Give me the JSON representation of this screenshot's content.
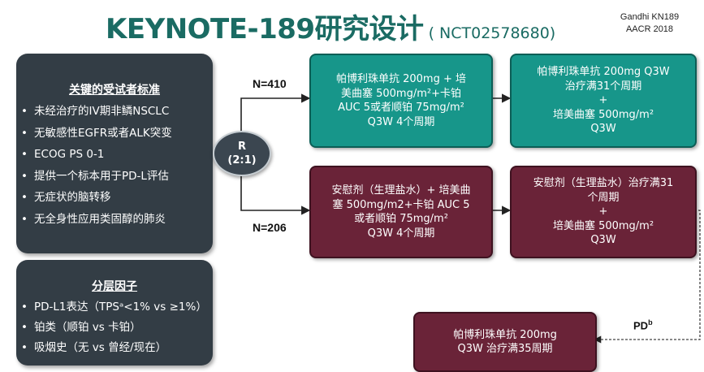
{
  "title": {
    "main": "KEYNOTE-189研究设计",
    "sub": "( NCT02578680)"
  },
  "citation": {
    "line1": "Gandhi KN189",
    "line2": "AACR 2018"
  },
  "eligibility": {
    "heading": "关键的受试者标准",
    "items": [
      "未经治疗的IV期非鳞NSCLC",
      "无敏感性EGFR或者ALK突变",
      "ECOG PS 0-1",
      "提供一个标本用于PD-L评估",
      "无症状的脑转移",
      "无全身性应用类固醇的肺炎"
    ]
  },
  "stratification": {
    "heading": "分层因子",
    "items": [
      "PD-L1表达（TPSᵃ<1% vs ≥1%）",
      "铂类（顺铂 vs 卡铂）",
      "吸烟史（无 vs 曾经/现在）"
    ]
  },
  "randomization": {
    "label": "R",
    "ratio": "(2:1)"
  },
  "arms": {
    "pembro": {
      "n": "N=410",
      "induction": [
        "帕博利珠单抗 200mg + 培",
        "美曲塞 500mg/m²+卡铂",
        "AUC 5或者顺铂 75mg/m²",
        "Q3W 4个周期"
      ],
      "maintenance": [
        "帕博利珠单抗 200mg Q3W",
        "治疗满31个周期",
        "+",
        "培美曲塞 500mg/m²",
        "Q3W"
      ]
    },
    "placebo": {
      "n": "N=206",
      "induction": [
        "安慰剂（生理盐水）+ 培美曲",
        "塞 500mg/m2+卡铂 AUC 5",
        "或者顺铂 75mg/m²",
        "Q3W 4个周期"
      ],
      "maintenance": [
        "安慰剂（生理盐水）治疗满31",
        "个周期",
        "+",
        "培美曲塞 500mg/m²",
        "Q3W"
      ]
    }
  },
  "crossover": {
    "pd_label": "PD",
    "pd_sup": "b",
    "lines": [
      "帕博利珠单抗 200mg",
      "Q3W 治疗满35周期"
    ]
  },
  "colors": {
    "title": "#1a6b63",
    "panel": "#333d45",
    "teal": "#17968a",
    "maroon": "#6a2338"
  }
}
